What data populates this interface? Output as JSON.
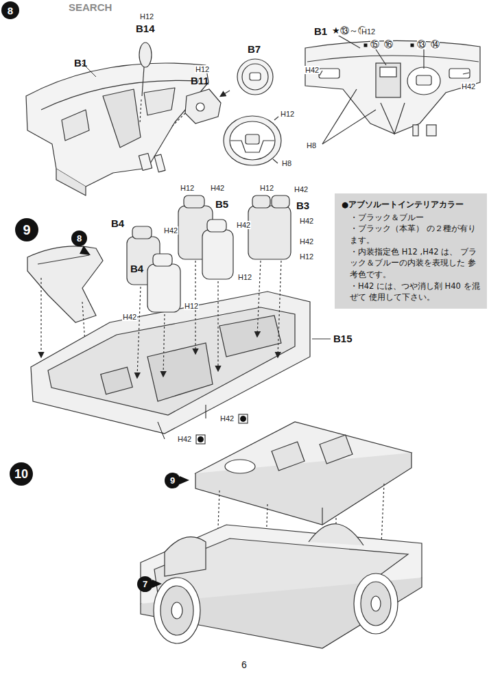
{
  "diagram": {
    "nodes": [
      {
        "text": [
          "8"
        ]
      },
      {
        "text": [
          "9"
        ]
      },
      {
        "text": [
          "8"
        ]
      },
      {
        "text": [
          "●アブソルートインテリアカラー",
          "・ブラック＆ブルー",
          "・ブラック（本革） の２種が有ります。",
          "・内装指定色 H12 ,H42 は、 ブラック＆ブルーの内装を表現した 参考色です。",
          "・H42 には、つや消し剤 H40 を混ぜて 使用して下さい。"
        ]
      },
      {
        "text": [
          "10"
        ]
      },
      {
        "text": [
          "9"
        ]
      },
      {
        "text": [
          "7"
        ]
      }
    ],
    "labels": [
      "SEARCH",
      "H12",
      "B14",
      "B1",
      "H12",
      "B11",
      "B7",
      "H12",
      "H8",
      "B1",
      "★⑬～⑯",
      "H12",
      "⑮",
      "⑯",
      "⑬",
      "⑭",
      "H42",
      "H42",
      "H8",
      "H12",
      "H42",
      "H12",
      "H42",
      "B4",
      "H42",
      "B5",
      "H42",
      "B3",
      "H42",
      "B4",
      "H42",
      "H12",
      "H12",
      "H12",
      "H42",
      "B15",
      "H42",
      "H42",
      "6"
    ]
  }
}
